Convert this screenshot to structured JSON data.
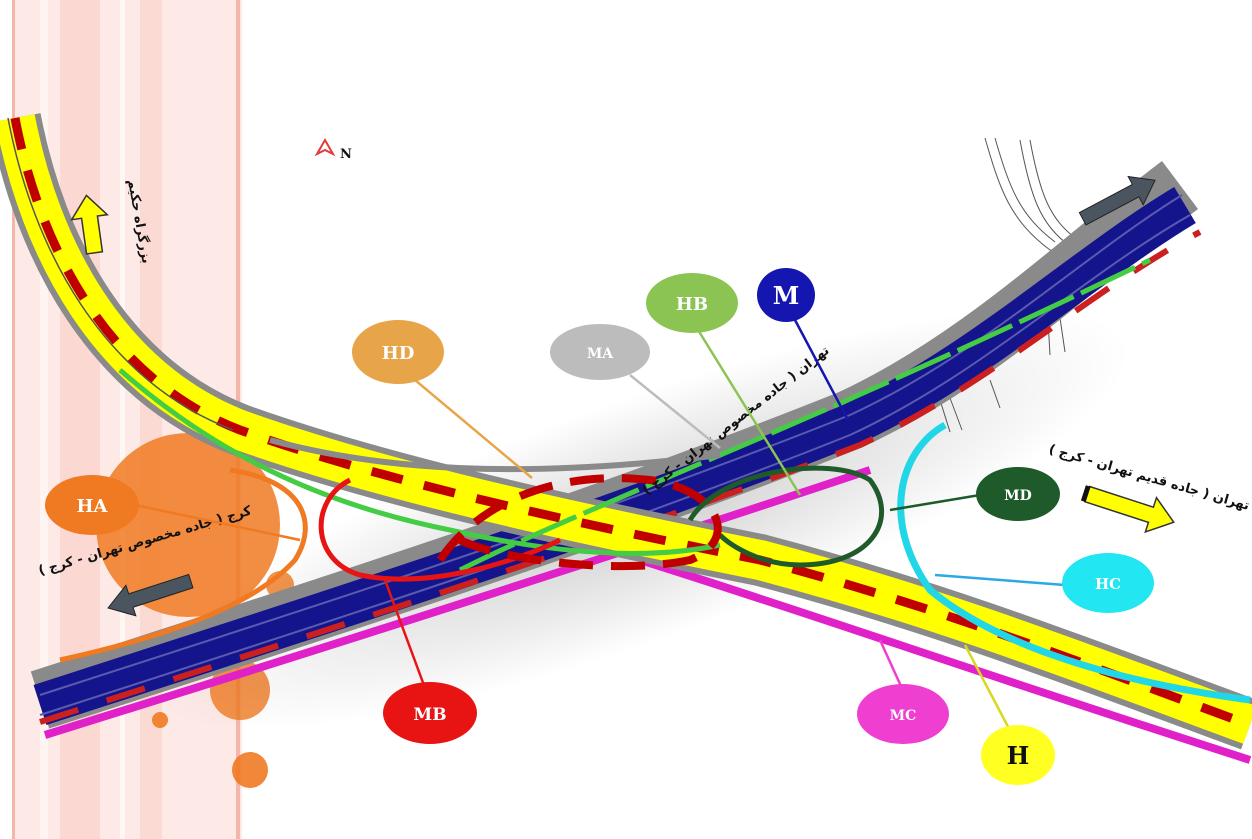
{
  "compass": {
    "letter": "N",
    "icon": "north-arrow-icon",
    "color": "#e23b3b"
  },
  "road_labels": {
    "north": "بزرگراه حکیم",
    "ne": "تهران ( جاده مخصوص تهران - کرج )",
    "east": "تهران ( جاده قدیم تهران - کرج )",
    "west": "کرج ( جاده مخصوص تهران - کرج )"
  },
  "ramps": [
    {
      "id": "HA",
      "color": "#f07a22",
      "text_color": "#ffffff"
    },
    {
      "id": "HD",
      "color": "#e8a448",
      "text_color": "#ffffff"
    },
    {
      "id": "MA",
      "color": "#bcbcbc",
      "text_color": "#ffffff"
    },
    {
      "id": "HB",
      "color": "#8cc454",
      "text_color": "#ffffff"
    },
    {
      "id": "M",
      "color": "#1515b0",
      "text_color": "#ffffff"
    },
    {
      "id": "MD",
      "color": "#1e5a2a",
      "text_color": "#ffffff"
    },
    {
      "id": "HC",
      "color": "#22e6f2",
      "text_color": "#ffffff"
    },
    {
      "id": "MC",
      "color": "#ee3fd0",
      "text_color": "#ffffff"
    },
    {
      "id": "H",
      "color": "#ffff22",
      "text_color": "#111111"
    },
    {
      "id": "MB",
      "color": "#e81313",
      "text_color": "#ffffff"
    }
  ],
  "colors": {
    "highway_yellow": "#ffff00",
    "dash_red": "#c00000",
    "freeway_blue": "#14148c",
    "shoulder_gray": "#8a8a8a",
    "magenta": "#e020c8",
    "cyan": "#21d6e6",
    "dark_green": "#1e5a2a",
    "light_green": "#44cc44",
    "orange": "#f07a22",
    "band_pink": "#f9c8c0"
  }
}
